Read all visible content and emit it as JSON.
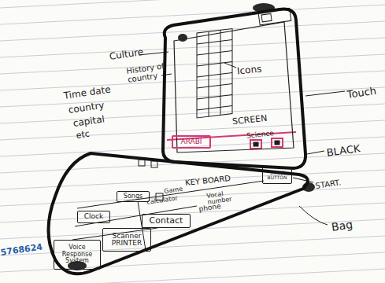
{
  "diagram": {
    "nodes": [
      {
        "text": [
          "Icons",
          "SCREEN",
          "Science"
        ]
      },
      {
        "text": [
          "ARABI"
        ],
        "in": 0
      },
      {
        "text": [
          "KEY BOARD"
        ]
      },
      {
        "text": [
          "Songs"
        ],
        "in": 2
      },
      {
        "text": [
          "Contact"
        ],
        "in": 2
      },
      {
        "text": [
          "Clock"
        ],
        "in": 2
      },
      {
        "text": [
          "Scanner",
          "PRINTER"
        ],
        "in": 2
      },
      {
        "text": [
          "Voice Response System"
        ],
        "in": 2
      },
      {
        "text": [
          "START BUTTON"
        ],
        "in": 2
      }
    ],
    "labels": [
      "Culture",
      "History of country",
      "Time date",
      "country",
      "capital",
      "etc",
      "Touch",
      "BLACK",
      "START.",
      "Bag",
      "5768624",
      "Game",
      "calculator",
      "Vocal number",
      "phone"
    ]
  }
}
